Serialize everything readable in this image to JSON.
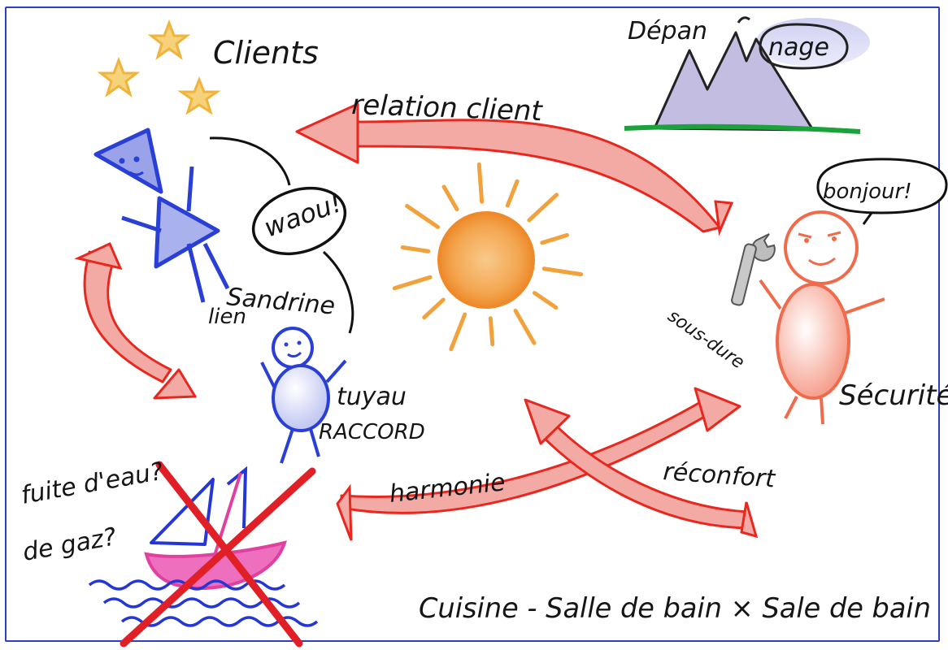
{
  "labels": {
    "clients": "Clients",
    "depan": "Dépan",
    "nage": "nage",
    "relation_client": "relation client",
    "bonjour": "bonjour!",
    "waou": "waou!",
    "sandrine": "Sandrine",
    "lien": "lien",
    "sous_dure": "sous-dure",
    "securite": "Sécurité",
    "tuyau": "tuyau",
    "raccord": "RACCORD",
    "reconfort": "réconfort",
    "harmonie": "harmonie",
    "fuite": "fuite d'eau?",
    "gaz": "de gaz?",
    "bottom_caption": "Cuisine - Salle de bain × Sale de bain"
  },
  "colors": {
    "frame": "#2d3fc0",
    "arrow_red": "#e8271e",
    "arrow_fill": "#f3a6a0",
    "sun": "#f2a23c",
    "sun_core": "#f6b86a",
    "blue": "#2a3fd6",
    "blue_fill": "#aab2ee",
    "orange_figure": "#ef6b4c",
    "mountain": "#2a2a2a",
    "mountain_fill": "#b8b3d8",
    "grass": "#1aa33a",
    "star": "#f0b43c",
    "boat_pink": "#e0409f",
    "cross_red": "#e01f26",
    "wave_blue": "#2436d6"
  }
}
